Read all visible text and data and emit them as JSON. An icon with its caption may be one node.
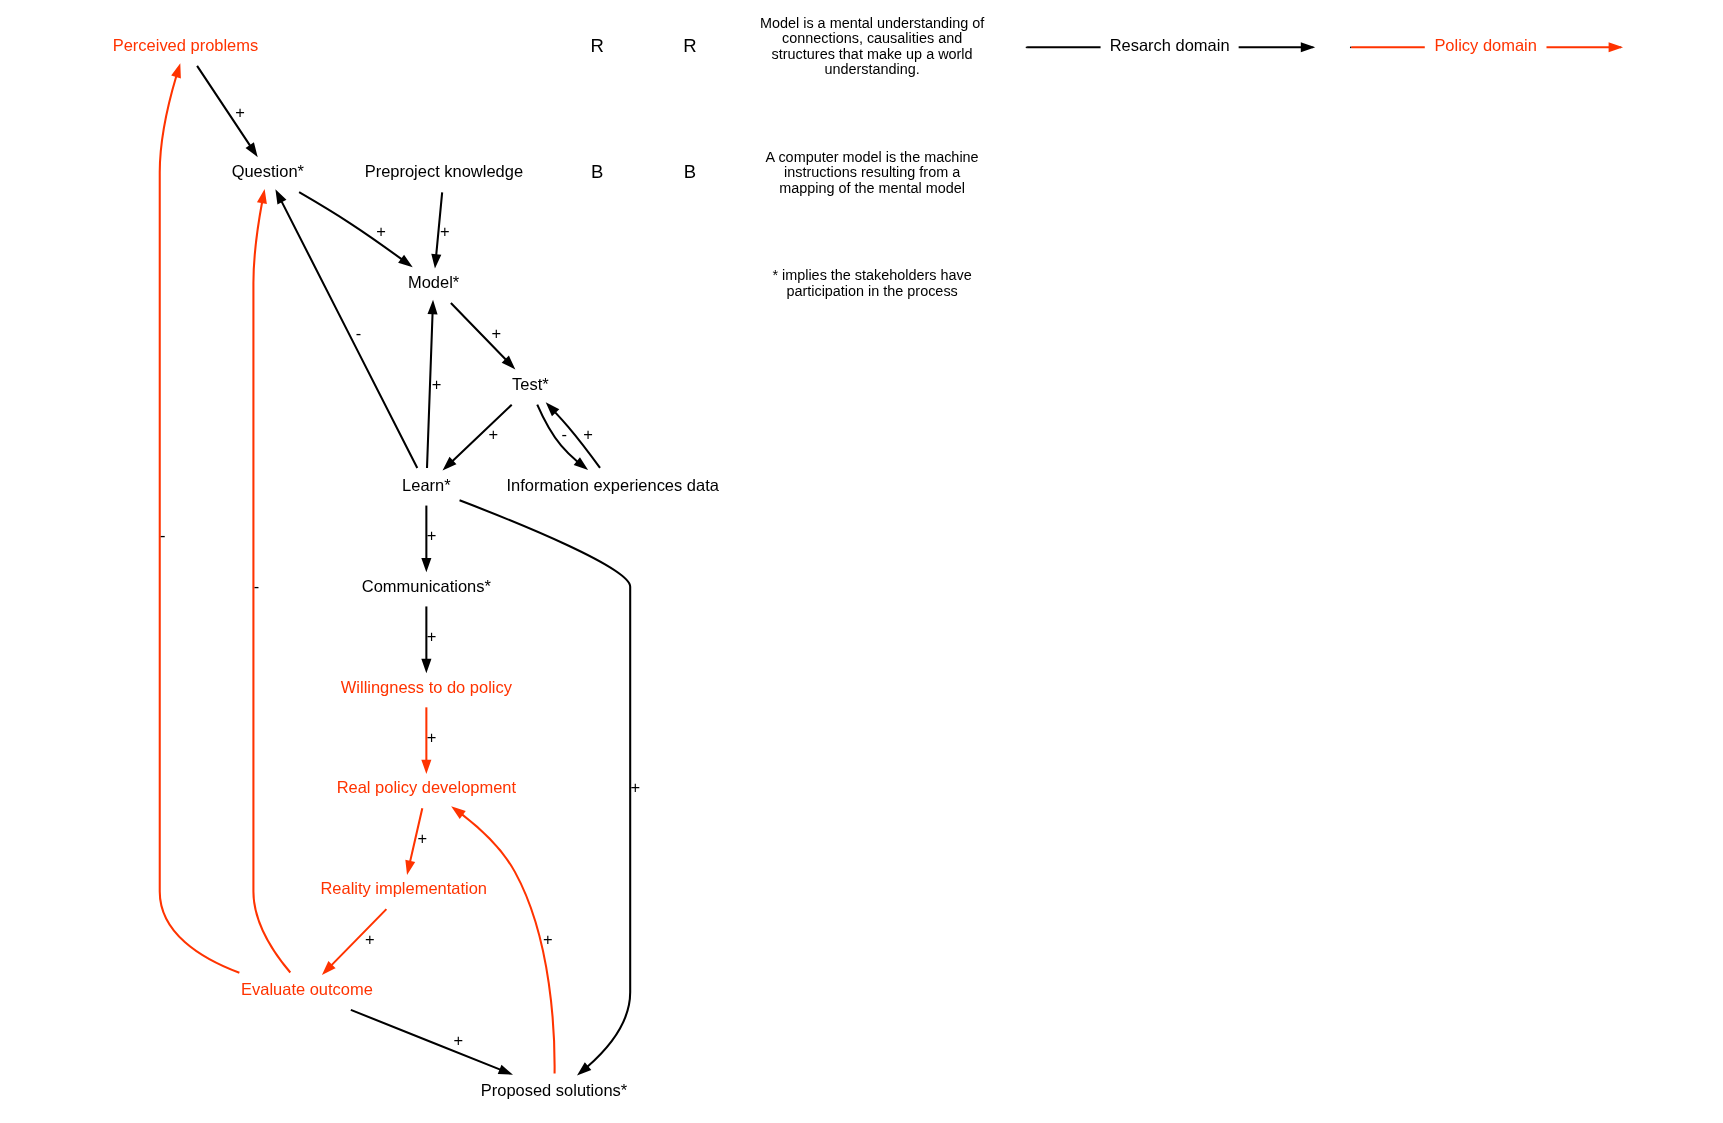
{
  "diagram": {
    "nodes": [
      {
        "text": [
          "Perceived problems"
        ]
      },
      {
        "text": [
          "Evaluate outcome"
        ]
      },
      {
        "text": [
          "Reality implementation"
        ]
      },
      {
        "text": [
          "Real policy development"
        ]
      },
      {
        "text": [
          "Question*"
        ]
      },
      {
        "text": [
          "Proposed solutions*"
        ]
      },
      {
        "text": [
          "Willingness to do policy"
        ]
      },
      {
        "text": [
          "Learn*"
        ]
      },
      {
        "text": [
          "Model*"
        ]
      },
      {
        "text": [
          "Communications*"
        ]
      },
      {
        "text": [
          "Preproject knowledge"
        ]
      },
      {
        "text": [
          "Test*"
        ]
      },
      {
        "text": [
          "Information experiences data"
        ]
      }
    ],
    "edges": [
      {
        "from": 1,
        "to": 0,
        "arrow": "to",
        "label": "-",
        "color": "#ff3300"
      },
      {
        "from": 1,
        "to": 4,
        "arrow": "to",
        "label": "-",
        "color": "#ff3300"
      },
      {
        "from": 2,
        "to": 1,
        "arrow": "to",
        "label": "+",
        "color": "#ff3300"
      },
      {
        "from": 3,
        "to": 2,
        "arrow": "to",
        "label": "+",
        "color": "#ff3300"
      },
      {
        "from": 1,
        "to": 5,
        "arrow": "to",
        "label": "+"
      },
      {
        "from": 5,
        "to": 3,
        "arrow": "to",
        "label": "+",
        "color": "#ff3300"
      },
      {
        "from": 6,
        "to": 3,
        "arrow": "to",
        "label": "+",
        "color": "#ff3300"
      },
      {
        "from": 0,
        "to": 4,
        "arrow": "to",
        "label": "+"
      },
      {
        "from": 7,
        "to": 4,
        "arrow": "to",
        "label": "-"
      },
      {
        "from": 4,
        "to": 8,
        "arrow": "to",
        "label": "+"
      },
      {
        "from": 7,
        "to": 5,
        "arrow": "to",
        "label": "+"
      },
      {
        "from": 7,
        "to": 8,
        "arrow": "to",
        "label": "+"
      },
      {
        "from": 7,
        "to": 9,
        "arrow": "to",
        "label": "+"
      },
      {
        "from": 9,
        "to": 6,
        "arrow": "to",
        "label": "+"
      },
      {
        "from": 10,
        "to": 8,
        "arrow": "to",
        "label": "+"
      },
      {
        "from": 8,
        "to": 11,
        "arrow": "to",
        "label": "+"
      },
      {
        "from": 11,
        "to": 7,
        "arrow": "to",
        "label": "+"
      },
      {
        "from": 11,
        "to": 12,
        "arrow": "to",
        "label": "-"
      },
      {
        "from": 12,
        "to": 11,
        "arrow": "to",
        "label": "+"
      }
    ],
    "labels": [
      "R",
      "B",
      "R",
      "B",
      "Model is a mental understanding of connections, causalities and structures that make up a world understanding.",
      "A computer model is the machine instructions resulting from a mapping of the mental model",
      "* implies the stakeholders have participation in the process"
    ],
    "legend": [
      {
        "text": "Resarch domain"
      },
      {
        "text": "Policy domain"
      }
    ]
  }
}
